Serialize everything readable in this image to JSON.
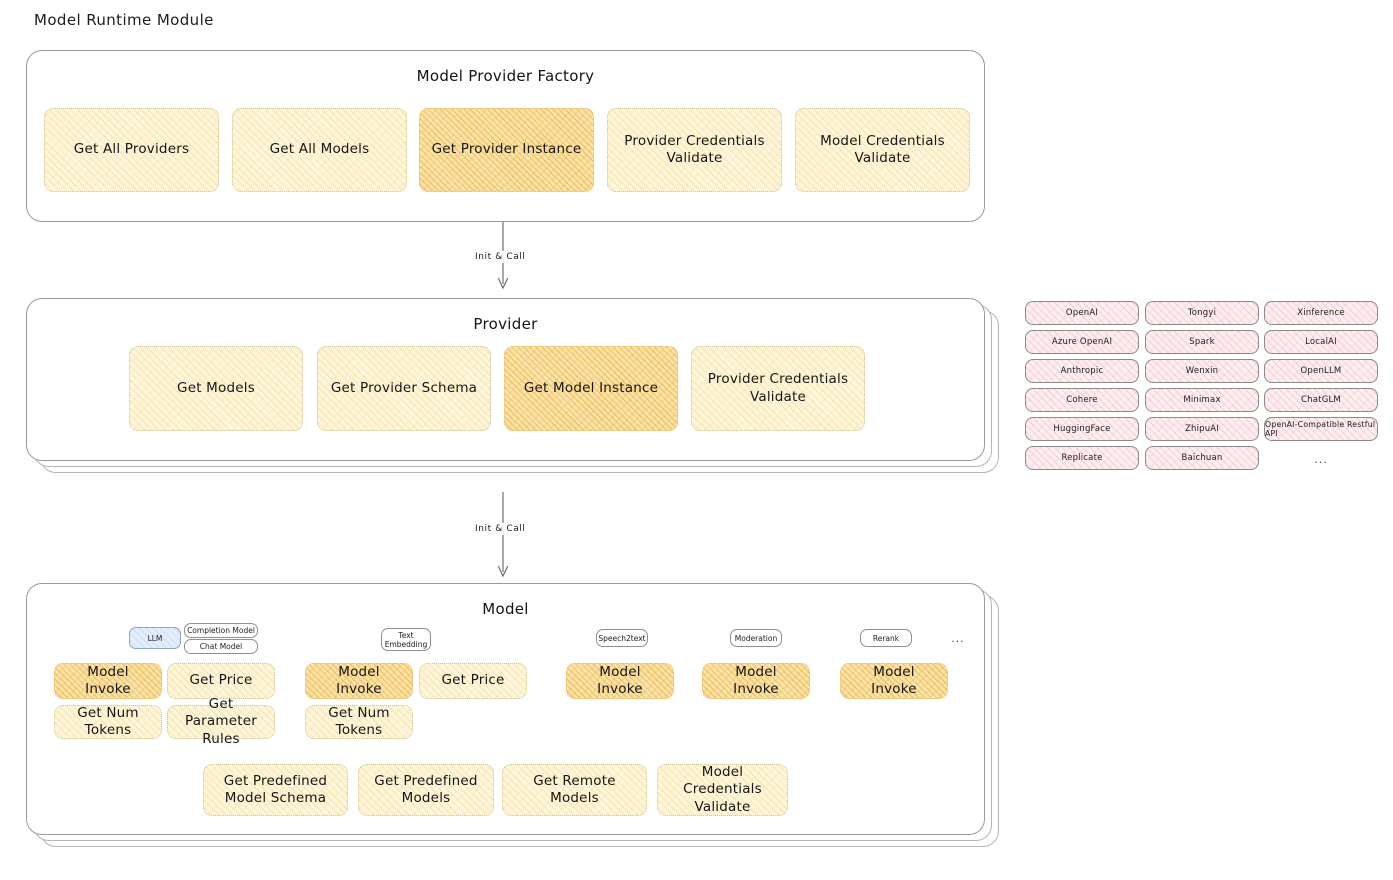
{
  "page": {
    "title": "Model Runtime Module",
    "accent_yellow": "#fdf6dd",
    "accent_yellow_highlight": "#fbe3ab",
    "accent_pink": "#fdeef0",
    "accent_blue": "#e3eefb"
  },
  "factory": {
    "title": "Model Provider Factory",
    "nodes": [
      {
        "label": "Get All Providers",
        "highlight": false
      },
      {
        "label": "Get All Models",
        "highlight": false
      },
      {
        "label": "Get Provider Instance",
        "highlight": true
      },
      {
        "label": "Provider Credentials Validate",
        "highlight": false
      },
      {
        "label": "Model Credentials Validate",
        "highlight": false
      }
    ]
  },
  "arrow1": {
    "label": "Init & Call"
  },
  "provider": {
    "title": "Provider",
    "nodes": [
      {
        "label": "Get Models",
        "highlight": false
      },
      {
        "label": "Get Provider Schema",
        "highlight": false
      },
      {
        "label": "Get Model Instance",
        "highlight": true
      },
      {
        "label": "Provider Credentials Validate",
        "highlight": false
      }
    ]
  },
  "provider_list": {
    "columns": [
      [
        "OpenAI",
        "Azure OpenAI",
        "Anthropic",
        "Cohere",
        "HuggingFace",
        "Replicate"
      ],
      [
        "Tongyi",
        "Spark",
        "Wenxin",
        "Minimax",
        "ZhipuAI",
        "Baichuan"
      ],
      [
        "Xinference",
        "LocalAI",
        "OpenLLM",
        "ChatGLM",
        "OpenAI-Compatible Restful API"
      ]
    ],
    "more": "..."
  },
  "arrow2": {
    "label": "Init & Call"
  },
  "model": {
    "title": "Model",
    "more": "...",
    "types": [
      {
        "badge": "LLM",
        "badge_style": "blue",
        "sub_badges": [
          "Completion Model",
          "Chat Model"
        ],
        "nodes": [
          {
            "label": "Model Invoke",
            "highlight": true
          },
          {
            "label": "Get Price",
            "highlight": false
          },
          {
            "label": "Get Num Tokens",
            "highlight": false
          },
          {
            "label": "Get Parameter Rules",
            "highlight": false
          }
        ]
      },
      {
        "badge": "Text Embedding",
        "badge_style": "plain",
        "sub_badges": [],
        "nodes": [
          {
            "label": "Model Invoke",
            "highlight": true
          },
          {
            "label": "Get Price",
            "highlight": false
          },
          {
            "label": "Get Num Tokens",
            "highlight": false
          }
        ]
      },
      {
        "badge": "Speech2text",
        "badge_style": "plain",
        "sub_badges": [],
        "nodes": [
          {
            "label": "Model Invoke",
            "highlight": true
          }
        ]
      },
      {
        "badge": "Moderation",
        "badge_style": "plain",
        "sub_badges": [],
        "nodes": [
          {
            "label": "Model Invoke",
            "highlight": true
          }
        ]
      },
      {
        "badge": "Rerank",
        "badge_style": "plain",
        "sub_badges": [],
        "nodes": [
          {
            "label": "Model Invoke",
            "highlight": true
          }
        ]
      }
    ],
    "common_nodes": [
      {
        "label": "Get Predefined Model Schema"
      },
      {
        "label": "Get Predefined Models"
      },
      {
        "label": "Get Remote Models"
      },
      {
        "label": "Model Credentials Validate"
      }
    ]
  }
}
